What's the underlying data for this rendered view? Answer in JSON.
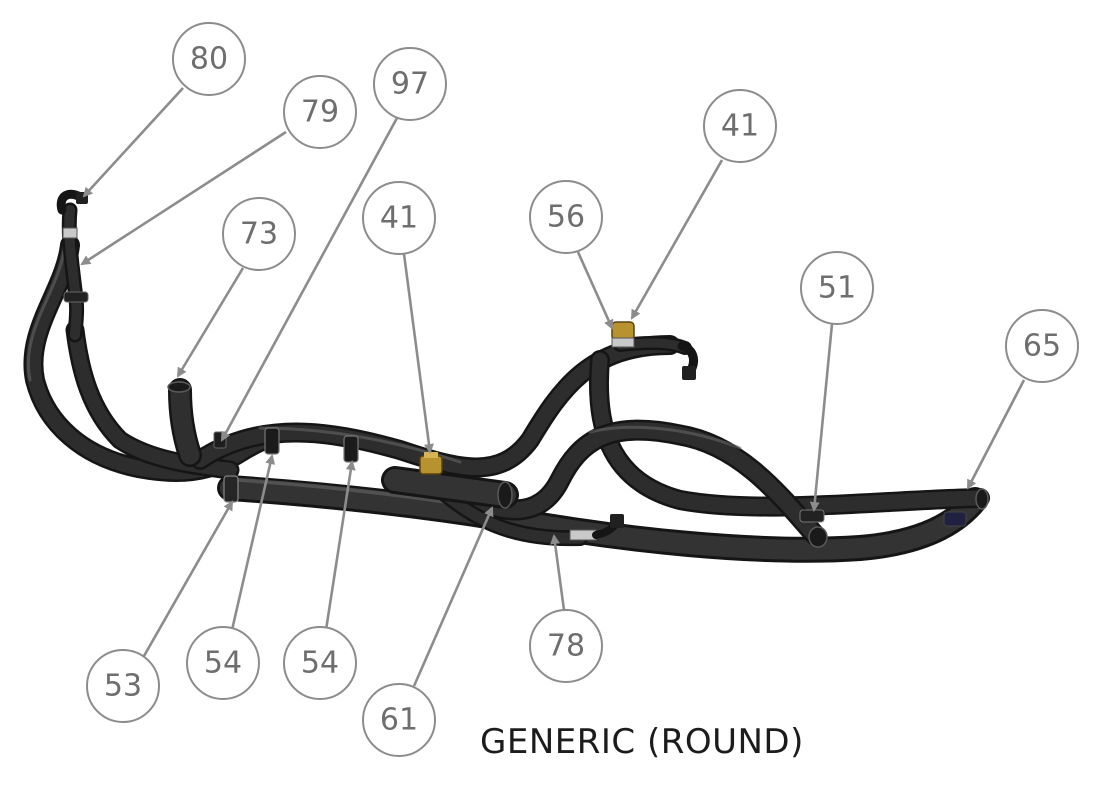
{
  "diagram": {
    "caption": "GENERIC (ROUND)",
    "balloons": [
      {
        "id": "b80",
        "label": "80"
      },
      {
        "id": "b79",
        "label": "79"
      },
      {
        "id": "b97",
        "label": "97"
      },
      {
        "id": "b73",
        "label": "73"
      },
      {
        "id": "b41a",
        "label": "41"
      },
      {
        "id": "b56",
        "label": "56"
      },
      {
        "id": "b41b",
        "label": "41"
      },
      {
        "id": "b51",
        "label": "51"
      },
      {
        "id": "b65",
        "label": "65"
      },
      {
        "id": "b53",
        "label": "53"
      },
      {
        "id": "b54a",
        "label": "54"
      },
      {
        "id": "b54b",
        "label": "54"
      },
      {
        "id": "b61",
        "label": "61"
      },
      {
        "id": "b78",
        "label": "78"
      }
    ],
    "colors": {
      "hose": "#2d2d2d",
      "hose_outline": "#141414",
      "fitting_brass": "#b8922e",
      "ferrule": "#c9c9c9",
      "balloon_stroke": "#8c8c8c",
      "balloon_text": "#6e6e6e"
    }
  }
}
